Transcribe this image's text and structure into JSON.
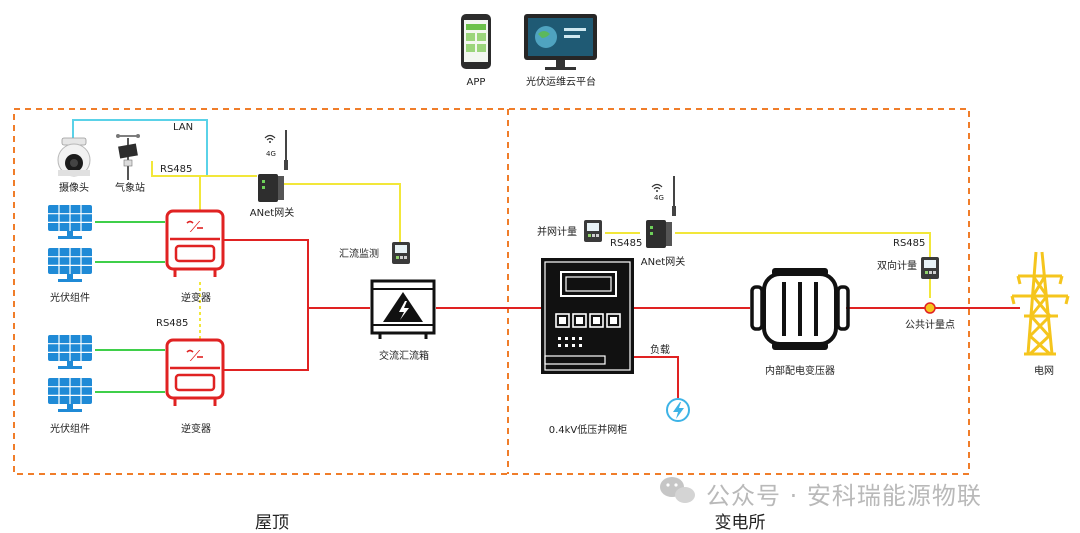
{
  "top": {
    "app_label": "APP",
    "platform_label": "光伏运维云平台"
  },
  "roof": {
    "section_label": "屋顶",
    "camera_label": "摄像头",
    "weather_label": "气象站",
    "gateway_label": "ANet网关",
    "gateway_signal": "4G",
    "lan_label": "LAN",
    "rs485_top_label": "RS485",
    "rs485_mid_label": "RS485",
    "pv_label_1": "光伏组件",
    "pv_label_2": "光伏组件",
    "inverter_label_1": "逆变器",
    "inverter_label_2": "逆变器",
    "combiner_monitor_label": "汇流监测",
    "ac_combiner_label": "交流汇流箱"
  },
  "substation": {
    "section_label": "变电所",
    "grid_meter_label": "并网计量",
    "rs485_left_label": "RS485",
    "gateway_label": "ANet网关",
    "gateway_signal": "4G",
    "cabinet_label": "0.4kV低压并网柜",
    "load_label": "负载",
    "transformer_label": "内部配电变压器",
    "rs485_right_label": "RS485",
    "bidirectional_meter_label": "双向计量",
    "pcc_label": "公共计量点",
    "grid_label": "电网"
  },
  "watermark": "公众号 · 安科瑞能源物联",
  "colors": {
    "boundary": "#f07d2a",
    "ac_power": "#e02222",
    "dc_power": "#3fcf4a",
    "rs485": "#f2e73a",
    "lan": "#5ad2e8",
    "inverter": "#e02222",
    "pv_panel": "#1f8ad6",
    "pylon": "#f5c51d",
    "pcc_dot": "#f5c51d"
  }
}
